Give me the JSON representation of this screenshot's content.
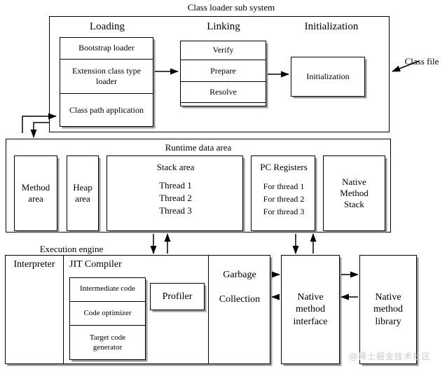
{
  "diagram": {
    "title": "Class loader sub system",
    "watermark": "@稀土掘金技术社区"
  },
  "class_loader": {
    "title": "Class loader sub system",
    "external_label": "Class file",
    "phases": [
      {
        "heading": "Loading",
        "items": [
          "Bootstrap loader",
          "Extension class type loader",
          "Class path application"
        ]
      },
      {
        "heading": "Linking",
        "items": [
          "Verify",
          "Prepare",
          "Resolve"
        ]
      },
      {
        "heading": "Initialization",
        "items": [
          "Initialization"
        ]
      }
    ]
  },
  "runtime_data_area": {
    "title": "Runtime data area",
    "regions": [
      {
        "name": "Method\narea",
        "lines": []
      },
      {
        "name": "Heap\narea",
        "lines": []
      },
      {
        "name": "Stack area",
        "lines": [
          "Thread 1",
          "Thread 2",
          "Thread 3"
        ]
      },
      {
        "name": "PC Registers",
        "lines": [
          "For thread 1",
          "For thread 2",
          "For thread 3"
        ]
      },
      {
        "name": "Native\nMethod\nStack",
        "lines": []
      }
    ]
  },
  "execution_engine": {
    "title": "Execution engine",
    "interpreter": "Interpreter",
    "jit": {
      "heading": "JIT Compiler",
      "stages": [
        "Intermediate code",
        "Code optimizer",
        "Target code generator"
      ],
      "profiler": "Profiler"
    },
    "garbage_collection": "Garbage\n\nCollection"
  },
  "native": {
    "interface": "Native\nmethod\ninterface",
    "library": "Native\nmethod\nlibrary"
  }
}
